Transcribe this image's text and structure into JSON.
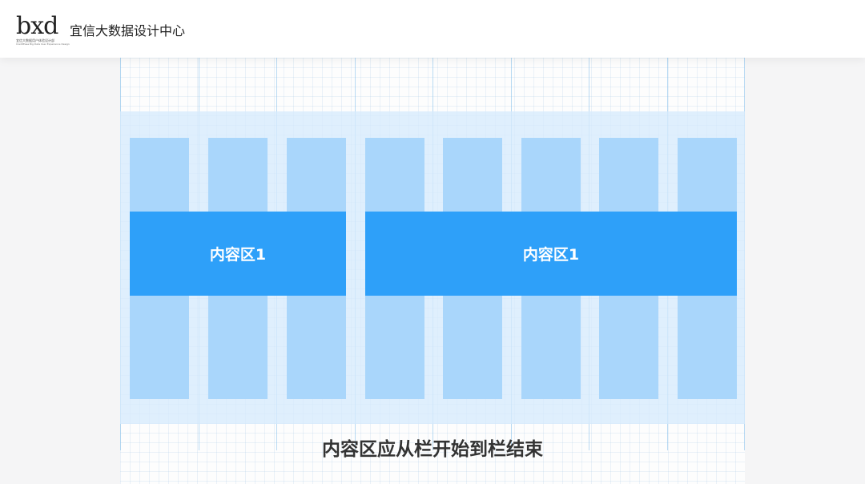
{
  "header": {
    "logo_text": "bxd",
    "logo_subtitle": "宜信大数据用户体验设计部",
    "logo_subtitle_en": "CreditEase Big Data User Experience Design",
    "brand_name": "宜信大数据设计中心"
  },
  "diagram": {
    "column_count": 8,
    "content_areas": [
      {
        "label": "内容区1",
        "span_columns": "1-3"
      },
      {
        "label": "内容区1",
        "span_columns": "4-8"
      }
    ],
    "caption": "内容区应从栏开始到栏结束",
    "colors": {
      "column": "#a9d6fb",
      "content_area": "#2ea0f9",
      "band": "#d6eafc",
      "grid_line": "#82beeb"
    }
  }
}
